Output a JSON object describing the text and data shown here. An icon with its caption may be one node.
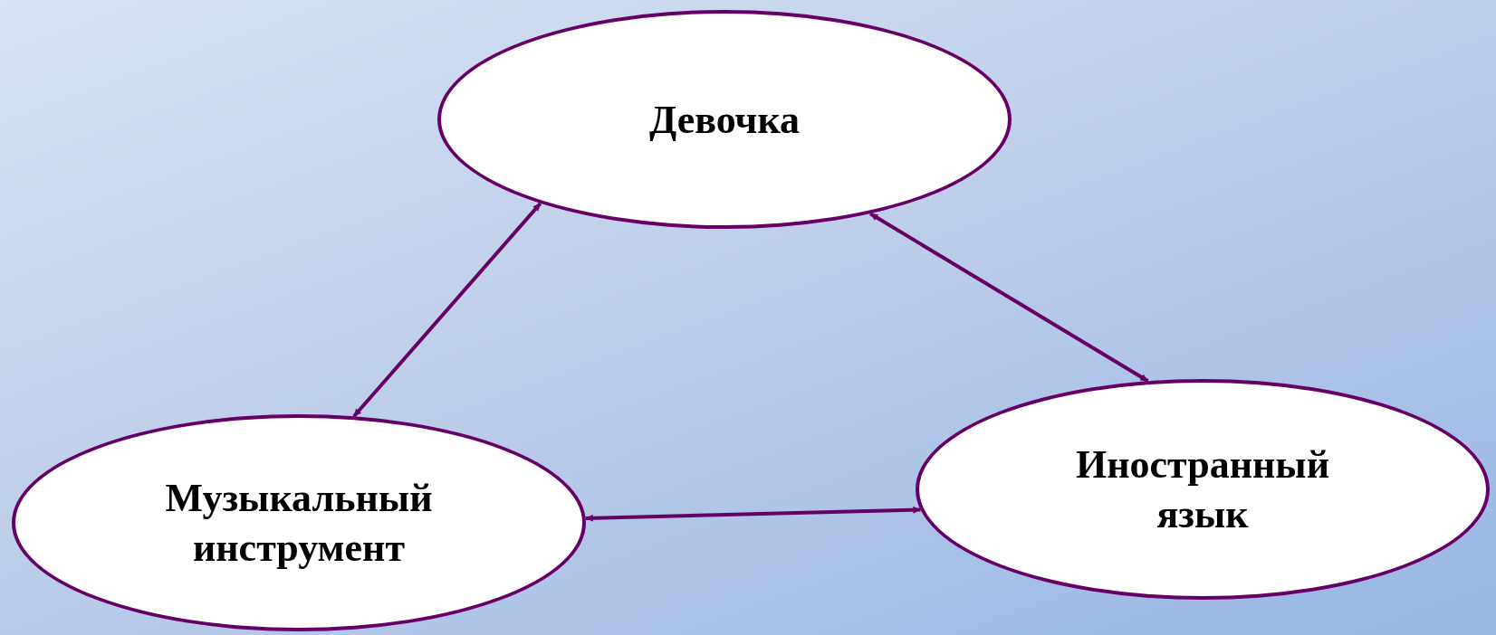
{
  "diagram": {
    "nodes": [
      {
        "text": [
          "Девочка"
        ]
      },
      {
        "text": [
          "Музыкальный инструмент"
        ]
      },
      {
        "text": [
          "Иностранный язык"
        ]
      }
    ],
    "edges": [
      {
        "from": 0,
        "to": 1,
        "arrow": "both"
      },
      {
        "from": 0,
        "to": 2,
        "arrow": "both"
      },
      {
        "from": 1,
        "to": 2,
        "arrow": "both"
      }
    ]
  }
}
